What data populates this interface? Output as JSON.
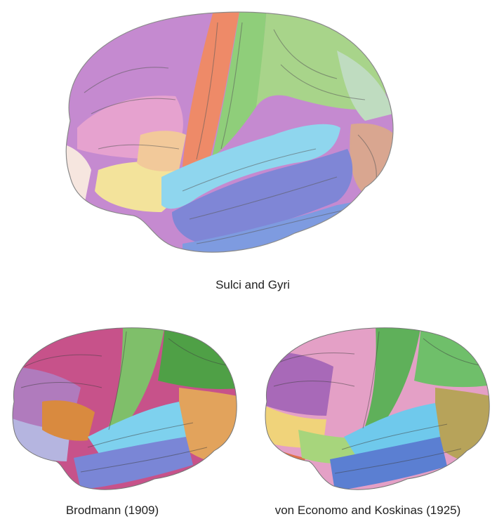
{
  "captions": {
    "main": "Sulci and Gyri",
    "brodmann": "Brodmann (1909)",
    "economo": "von Economo and Koskinas (1925)"
  },
  "colors": {
    "frontal_superior": "#c58ad0",
    "frontal_middle": "#e6a2cf",
    "frontal_inferior": "#f2c99a",
    "precentral": "#ee8a68",
    "postcentral": "#8fce7a",
    "parietal": "#a8d48a",
    "temporal_superior": "#8fd6ee",
    "temporal_middle": "#7f86d6",
    "temporal_inferior": "#7e9be0",
    "occipital": "#d9a690",
    "orbital": "#f3e39b",
    "pole": "#f6e6df"
  }
}
